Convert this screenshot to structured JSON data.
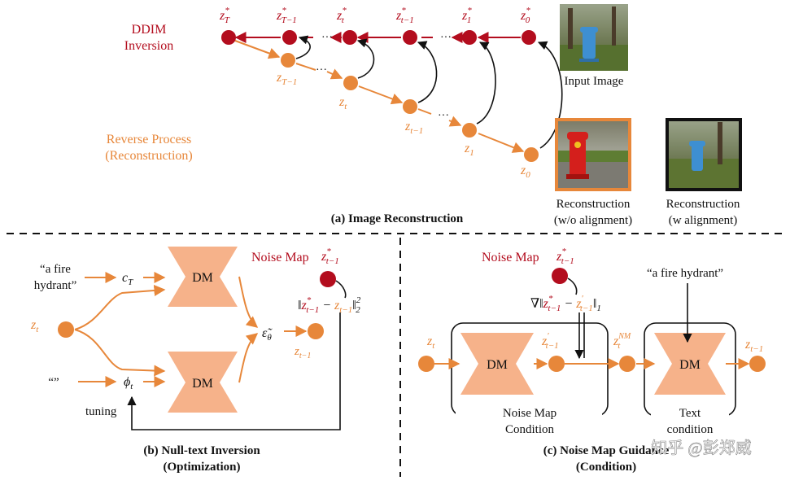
{
  "colors": {
    "red": "#b30d1e",
    "orange": "#e7873a",
    "dm_fill": "#f6b28a",
    "black": "#111111"
  },
  "section_a": {
    "ddim_label": [
      "DDIM",
      "Inversion"
    ],
    "reverse_label": [
      "Reverse Process",
      "(Reconstruction)"
    ],
    "top_nodes": [
      {
        "base": "z",
        "sup": "*",
        "sub": "T"
      },
      {
        "base": "z",
        "sup": "*",
        "sub": "T−1"
      },
      {
        "base": "z",
        "sup": "*",
        "sub": "t"
      },
      {
        "base": "z",
        "sup": "*",
        "sub": "t−1"
      },
      {
        "base": "z",
        "sup": "*",
        "sub": "1"
      },
      {
        "base": "z",
        "sup": "*",
        "sub": "0"
      }
    ],
    "bottom_nodes": [
      {
        "base": "z",
        "sub": "T−1"
      },
      {
        "base": "z",
        "sub": "t"
      },
      {
        "base": "z",
        "sub": "t−1"
      },
      {
        "base": "z",
        "sub": "1"
      },
      {
        "base": "z",
        "sub": "0"
      }
    ],
    "ellipsis": "···",
    "input_image_caption": "Input Image",
    "recon_wo_caption": [
      "Reconstruction",
      "(w/o alignment)"
    ],
    "recon_w_caption": [
      "Reconstruction",
      "(w alignment)"
    ],
    "caption": "(a) Image Reconstruction"
  },
  "section_b": {
    "prompt_text": [
      "“a fire",
      "hydrant”"
    ],
    "empty_prompt": "“”",
    "c_T": {
      "base": "c",
      "sub": "T"
    },
    "phi_t": {
      "base": "ϕ",
      "sub": "t"
    },
    "z_t": {
      "base": "z",
      "sub": "t"
    },
    "dm_label": "DM",
    "eps": {
      "base": "ε̃",
      "sub": "θ"
    },
    "noise_map_label": "Noise Map",
    "z_target": {
      "base": "z",
      "sup": "*",
      "sub": "t−1"
    },
    "z_out": {
      "base": "z",
      "sub": "t−1"
    },
    "loss": {
      "open": "‖",
      "z1": "z",
      "z1sup": "*",
      "z1sub": "t−1",
      "minus": " − ",
      "z2": "z",
      "z2sub": "t−1",
      "close": "‖",
      "exp": "2",
      "norm": "2"
    },
    "tuning": "tuning",
    "caption": [
      "(b) Null-text Inversion",
      "(Optimization)"
    ]
  },
  "section_c": {
    "noise_map_label": "Noise Map",
    "z_target": {
      "base": "z",
      "sup": "*",
      "sub": "t−1"
    },
    "grad": {
      "nabla": "∇‖",
      "z1": "z",
      "z1sup": "*",
      "z1sub": "t−1",
      "minus": " − ",
      "z2": "z",
      "z2sup": "′",
      "z2sub": "t−1",
      "close": "‖",
      "norm": "1"
    },
    "z_t": {
      "base": "z",
      "sub": "t"
    },
    "z_prime": {
      "base": "z",
      "sup": "′",
      "sub": "t−1"
    },
    "z_nm": {
      "base": "z",
      "sup": "NM",
      "sub": "t"
    },
    "z_out": {
      "base": "z",
      "sub": "t−1"
    },
    "prompt": "“a fire hydrant”",
    "dm_label": "DM",
    "noise_map_condition": [
      "Noise Map",
      "Condition"
    ],
    "text_condition": [
      "Text",
      "condition"
    ],
    "caption": [
      "(c) Noise Map Guidance",
      "(Condition)"
    ]
  },
  "watermark": "知乎 @彭郑威"
}
